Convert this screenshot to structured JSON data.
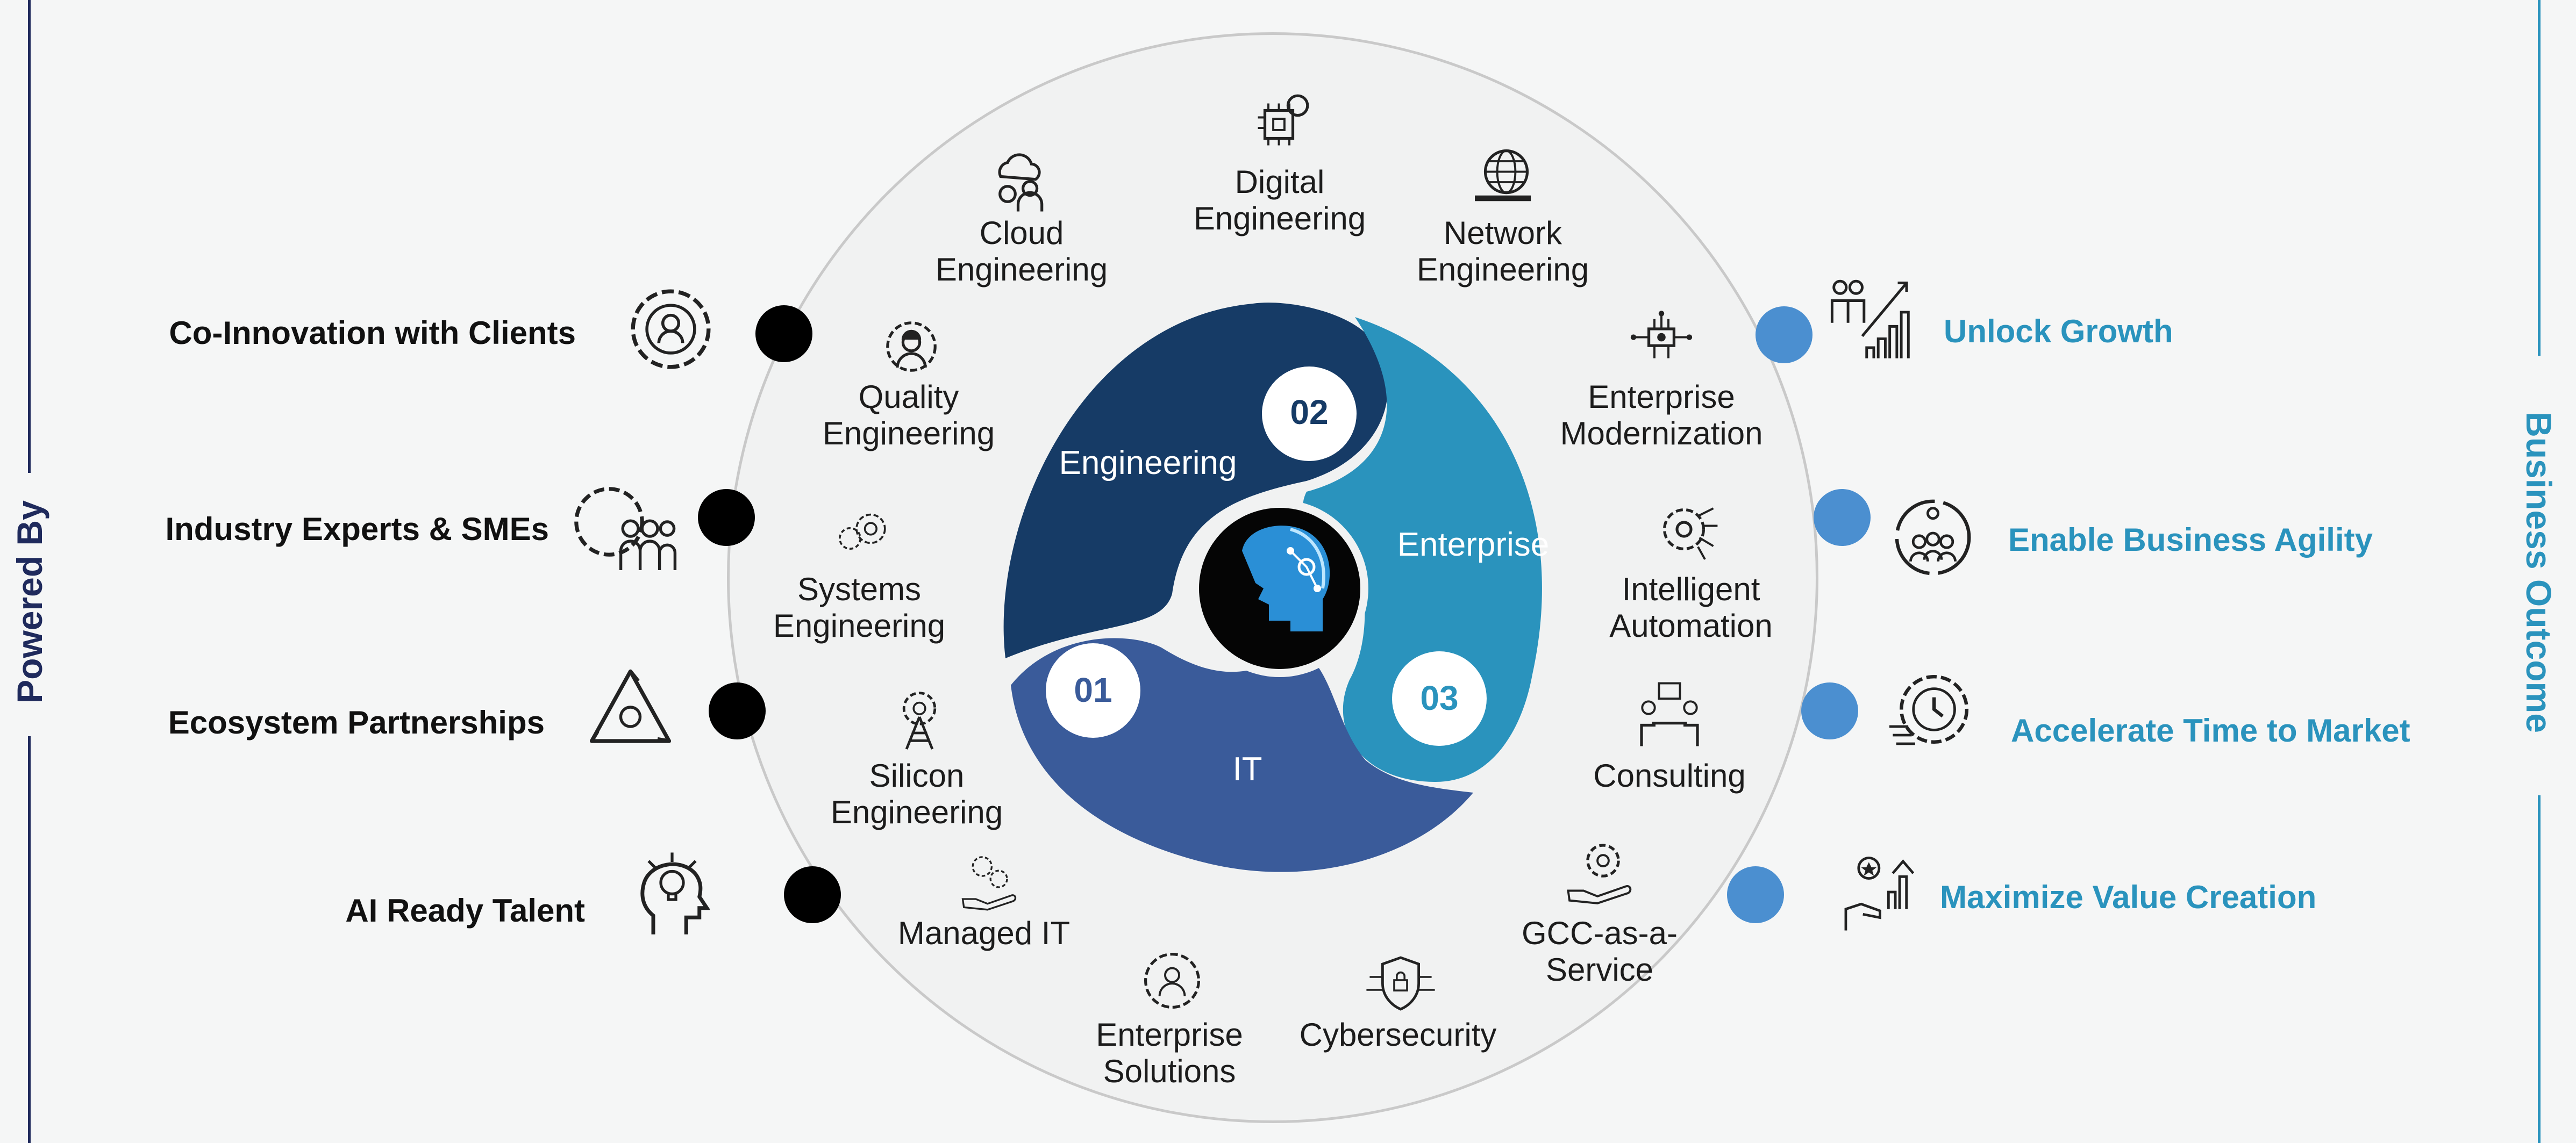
{
  "side_labels": {
    "left": "Powered By",
    "right": "Business Outcome"
  },
  "powered_by": [
    {
      "label": "Co-Innovation with Clients",
      "icon": "gear-bulb-person-icon"
    },
    {
      "label": "Industry Experts & SMEs",
      "icon": "gear-people-icon"
    },
    {
      "label": "Ecosystem Partnerships",
      "icon": "recycle-hands-icon"
    },
    {
      "label": "AI Ready Talent",
      "icon": "head-bulb-icon"
    }
  ],
  "outcomes": [
    {
      "label": "Unlock Growth",
      "icon": "growth-chart-people-icon"
    },
    {
      "label": "Enable Business Agility",
      "icon": "agile-team-icon"
    },
    {
      "label": "Accelerate Time to Market",
      "icon": "gear-clock-icon"
    },
    {
      "label": "Maximize Value Creation",
      "icon": "hand-star-chart-icon"
    }
  ],
  "services": [
    {
      "id": "digital",
      "lines": [
        "Digital",
        "Engineering"
      ],
      "icon": "chip-gear-icon"
    },
    {
      "id": "cloud",
      "lines": [
        "Cloud",
        "Engineering"
      ],
      "icon": "cloud-worker-icon"
    },
    {
      "id": "network",
      "lines": [
        "Network",
        "Engineering"
      ],
      "icon": "globe-wrench-icon"
    },
    {
      "id": "quality",
      "lines": [
        "Quality",
        "Engineering"
      ],
      "icon": "gear-helmet-worker-icon"
    },
    {
      "id": "enterprise-mod",
      "lines": [
        "Enterprise",
        "Modernization"
      ],
      "icon": "circuit-chip-icon"
    },
    {
      "id": "systems",
      "lines": [
        "Systems",
        "Engineering"
      ],
      "icon": "gears-bulb-icon"
    },
    {
      "id": "automation",
      "lines": [
        "Intelligent",
        "Automation"
      ],
      "icon": "gear-circuit-icon"
    },
    {
      "id": "silicon",
      "lines": [
        "Silicon",
        "Engineering"
      ],
      "icon": "gear-tower-icon"
    },
    {
      "id": "consulting",
      "lines": [
        "Consulting"
      ],
      "icon": "consulting-table-icon"
    },
    {
      "id": "managed-it",
      "lines": [
        "Managed IT"
      ],
      "icon": "hand-gears-icon"
    },
    {
      "id": "gcc",
      "lines": [
        "GCC-as-a-",
        "Service"
      ],
      "icon": "hand-gear-icon"
    },
    {
      "id": "enterprise-sol",
      "lines": [
        "Enterprise",
        "Solutions"
      ],
      "icon": "gear-person-icon"
    },
    {
      "id": "cyber",
      "lines": [
        "Cybersecurity"
      ],
      "icon": "shield-lock-icon"
    }
  ],
  "segments": [
    {
      "number": "01",
      "label": "IT",
      "color": "#3a5b9a"
    },
    {
      "number": "02",
      "label": "Engineering",
      "color": "#163b66"
    },
    {
      "number": "03",
      "label": "Enterprise",
      "color": "#2a93bd"
    }
  ],
  "center_icon": "ai-head-icon",
  "colors": {
    "navy": "#1f2a5c",
    "teal": "#2a93bd",
    "dot_left": "#000000",
    "dot_right": "#4b8fd0"
  }
}
